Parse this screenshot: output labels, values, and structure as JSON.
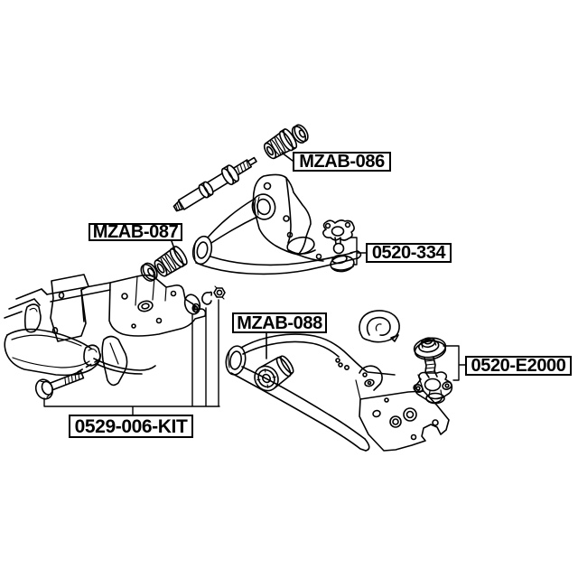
{
  "diagram": {
    "labels": {
      "mzab_086": "MZAB-086",
      "mzab_087": "MZAB-087",
      "p0520_334": "0520-334",
      "mzab_088": "MZAB-088",
      "p0520_e2000": "0520-E2000",
      "kit_0529_006": "0529-006-KIT"
    },
    "colors": {
      "background": "#ffffff",
      "line": "#000000",
      "label_border": "#000000",
      "label_text": "#000000"
    }
  }
}
